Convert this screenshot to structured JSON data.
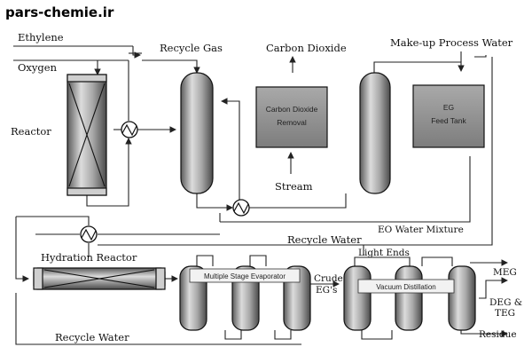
{
  "brand": "pars-chemie.ir",
  "streams": {
    "ethylene": "Ethylene",
    "oxygen": "Oxygen",
    "recycle_gas": "Recycle Gas",
    "carbon_dioxide": "Carbon Dioxide",
    "makeup_water": "Make-up Process Water",
    "steam": "Stream",
    "eo_water_mixture": "EO Water Mixture",
    "recycle_water_mid": "Recycle Water",
    "recycle_water_bottom": "Recycle Water",
    "light_ends": "Light Ends",
    "crude_egs_1": "Crude",
    "crude_egs_2": "EG's",
    "meg": "MEG",
    "deg_teg_1": "DEG &",
    "deg_teg_2": "TEG",
    "residue": "Residue"
  },
  "units": {
    "reactor": "Reactor",
    "hydration_reactor": "Hydration Reactor",
    "co2_removal_1": "Carbon Dioxide",
    "co2_removal_2": "Removal",
    "eg_tank_1": "EG",
    "eg_tank_2": "Feed Tank",
    "evaporator": "Multiple Stage Evaporator",
    "vacuum_distillation": "Vacuum Distillation"
  },
  "colors": {
    "vessel_dark": "#6e6e6e",
    "vessel_light": "#d9d9d9",
    "box_fill": "#9a9a9a",
    "line": "#222222"
  }
}
